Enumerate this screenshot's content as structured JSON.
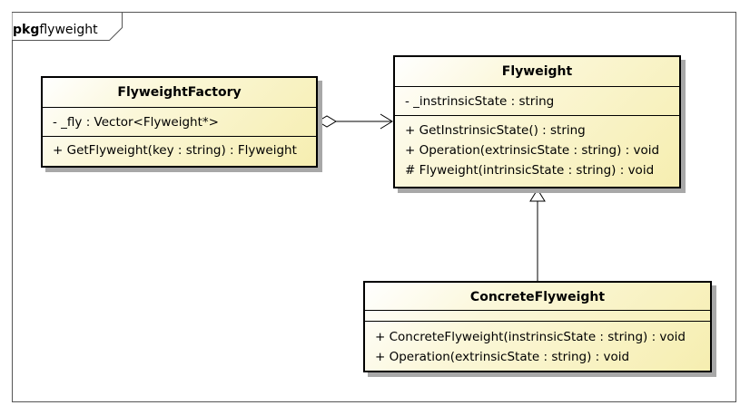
{
  "package": {
    "keyword": "pkg",
    "name": "flyweight"
  },
  "classes": {
    "flyweight": {
      "name": "Flyweight",
      "attributes": [
        "- _instrinsicState : string"
      ],
      "operations": [
        "+ GetInstrinsicState() : string",
        "+ Operation(extrinsicState : string) : void",
        "# Flyweight(intrinsicState : string) : void"
      ]
    },
    "factory": {
      "name": "FlyweightFactory",
      "attributes": [
        "- _fly : Vector<Flyweight*>"
      ],
      "operations": [
        "+ GetFlyweight(key : string) : Flyweight"
      ]
    },
    "concrete": {
      "name": "ConcreteFlyweight",
      "attributes": [],
      "operations": [
        "+ ConcreteFlyweight(instrinsicState : string) : void",
        "+ Operation(extrinsicState : string) : void"
      ]
    }
  },
  "relationships": [
    {
      "type": "aggregation",
      "from": "FlyweightFactory",
      "to": "Flyweight",
      "navigable": true
    },
    {
      "type": "generalization",
      "from": "ConcreteFlyweight",
      "to": "Flyweight"
    }
  ],
  "colors": {
    "class_fill": "#f6eeb0",
    "border": "#000000",
    "shadow": "#a8a8a8"
  }
}
